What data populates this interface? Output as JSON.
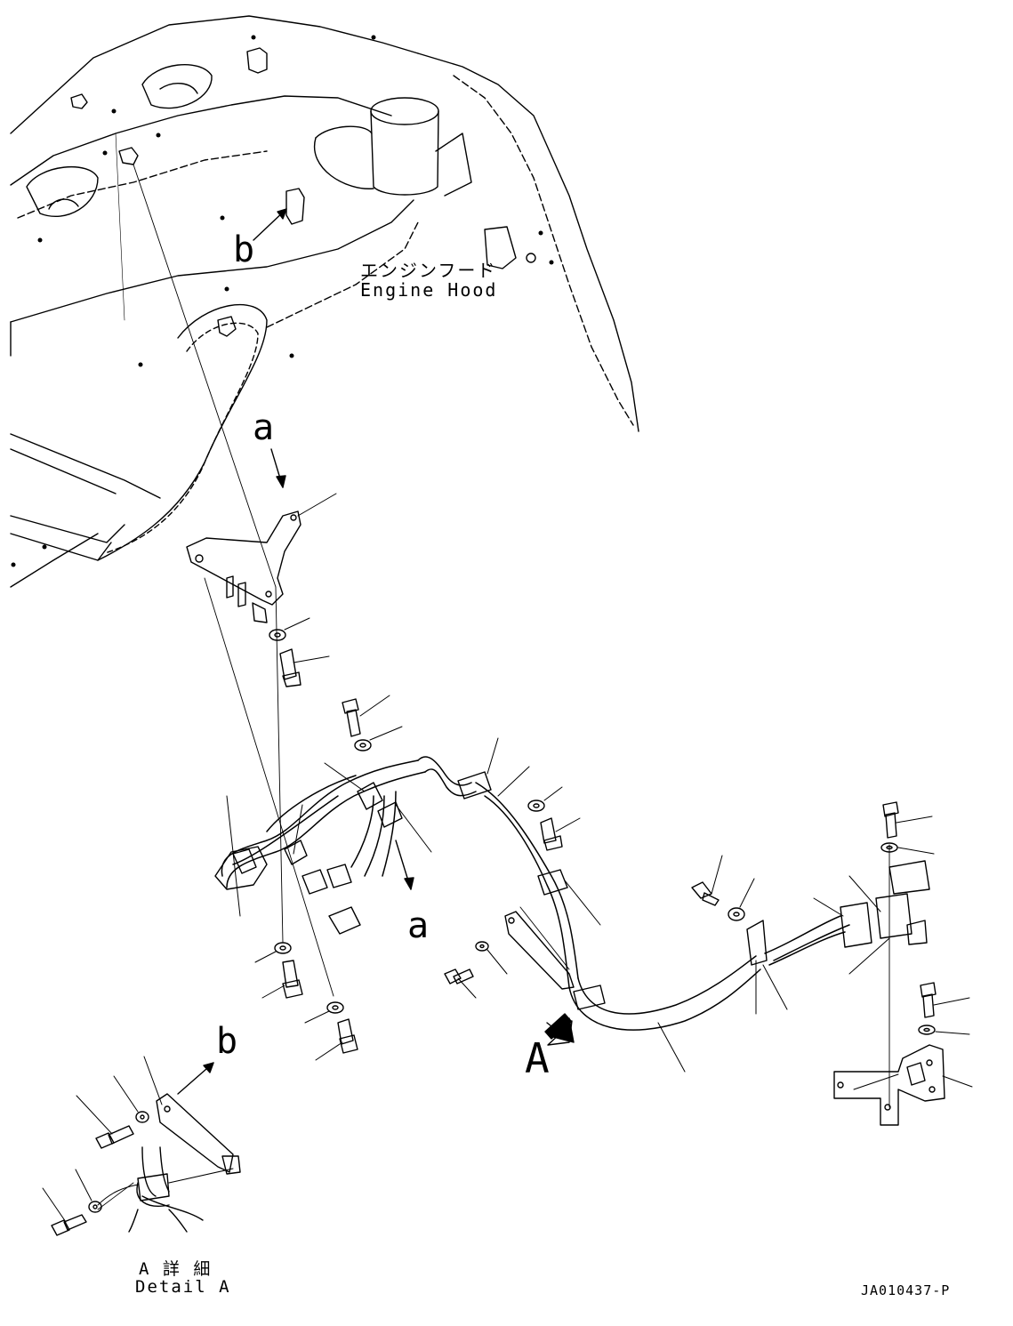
{
  "callouts": {
    "a_top": "a",
    "a_mid": "a",
    "b_top": "b",
    "b_detail": "b",
    "A_view": "A"
  },
  "engine_hood": {
    "jp": "エンジンフード",
    "en": "Engine Hood"
  },
  "detail_a": {
    "jp": "A 詳 細",
    "en": "Detail A"
  },
  "drawing_number": "JA010437-P"
}
